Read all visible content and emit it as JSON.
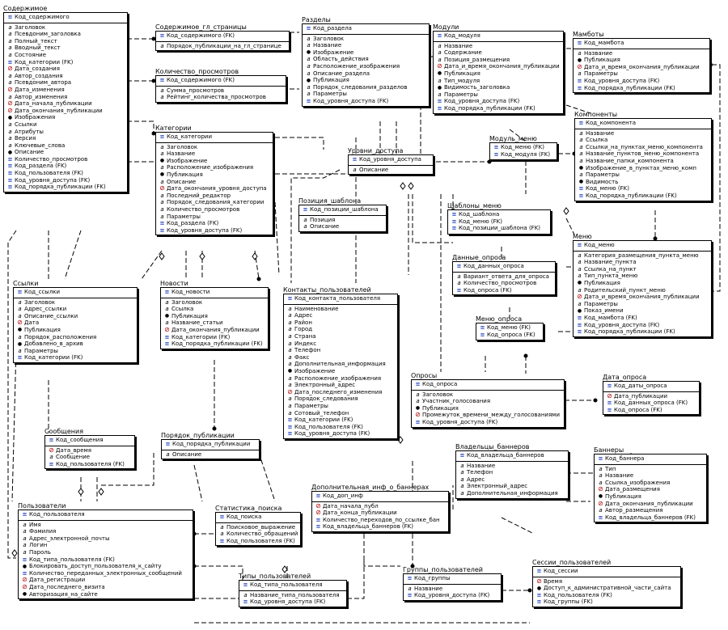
{
  "colors": {
    "entity_border": "#000000",
    "key_icon": "#1f3fbf",
    "date_icon": "#b00000",
    "line": "#000000"
  },
  "entities": [
    {
      "id": "e0",
      "title": "Содержимое",
      "pk": [
        {
          "t": "Код_содержимого",
          "i": "key"
        }
      ],
      "attrs": [
        {
          "t": "Заголовок",
          "i": "txt"
        },
        {
          "t": "Псевдоним_заголовка",
          "i": "txt"
        },
        {
          "t": "Полный_текст",
          "i": "txt"
        },
        {
          "t": "Вводный_текст",
          "i": "txt"
        },
        {
          "t": "Состояние",
          "i": "txt"
        },
        {
          "t": "Код_категории (FK)",
          "i": "key"
        },
        {
          "t": "Дата_создания",
          "i": "dt"
        },
        {
          "t": "Автор_создания",
          "i": "txt"
        },
        {
          "t": "Псевдоним_автора",
          "i": "txt"
        },
        {
          "t": "Дата_изменения",
          "i": "dt"
        },
        {
          "t": "Автор_изменения",
          "i": "txt"
        },
        {
          "t": "Дата_начала_публикации",
          "i": "dt"
        },
        {
          "t": "Дата_окончания_публикации",
          "i": "dt"
        },
        {
          "t": "Изображения",
          "i": "dot"
        },
        {
          "t": "Ссылки",
          "i": "txt"
        },
        {
          "t": "Атрибуты",
          "i": "txt"
        },
        {
          "t": "Версия",
          "i": "txt"
        },
        {
          "t": "Ключевые_слова",
          "i": "txt"
        },
        {
          "t": "Описание",
          "i": "dot"
        },
        {
          "t": "Количество_просмотров",
          "i": "key"
        },
        {
          "t": "Код_раздела (FK)",
          "i": "key"
        },
        {
          "t": "Код_пользователя (FK)",
          "i": "key"
        },
        {
          "t": "Код_уровня_доступа (FK)",
          "i": "key"
        },
        {
          "t": "Код_порядка_публикации (FK)",
          "i": "key"
        }
      ]
    },
    {
      "id": "e1",
      "title": "Содержимое_гл_страницы",
      "pk": [
        {
          "t": "Код_содержимого (FK)",
          "i": "key"
        }
      ],
      "attrs": [
        {
          "t": "Порядок_публикации_на_гл_странице",
          "i": "txt"
        }
      ]
    },
    {
      "id": "e2",
      "title": "Количество_просмотров",
      "pk": [
        {
          "t": "Код_содержимого (FK)",
          "i": "key"
        }
      ],
      "attrs": [
        {
          "t": "Сумма_просмотров",
          "i": "txt"
        },
        {
          "t": "Рейтинг_количества_просмотров",
          "i": "txt"
        }
      ]
    },
    {
      "id": "e3",
      "title": "Категории",
      "pk": [
        {
          "t": "Код_категории",
          "i": "key"
        }
      ],
      "attrs": [
        {
          "t": "Заголовок",
          "i": "txt"
        },
        {
          "t": "Название",
          "i": "txt"
        },
        {
          "t": "Изображение",
          "i": "dot"
        },
        {
          "t": "Расположение_изображения",
          "i": "txt"
        },
        {
          "t": "Публикация",
          "i": "dot"
        },
        {
          "t": "Описание",
          "i": "txt"
        },
        {
          "t": "Дата_окончания_уровня_доступа",
          "i": "dt"
        },
        {
          "t": "Последний_редактор",
          "i": "txt"
        },
        {
          "t": "Порядок_следования_категории",
          "i": "txt"
        },
        {
          "t": "Количество_просмотров",
          "i": "txt"
        },
        {
          "t": "Параметры",
          "i": "txt"
        },
        {
          "t": "Код_раздела (FK)",
          "i": "key"
        },
        {
          "t": "Код_уровня_доступа (FK)",
          "i": "key"
        }
      ]
    },
    {
      "id": "e4",
      "title": "Разделы",
      "pk": [
        {
          "t": "Код_раздела",
          "i": "key"
        }
      ],
      "attrs": [
        {
          "t": "Заголовок",
          "i": "txt"
        },
        {
          "t": "Название",
          "i": "txt"
        },
        {
          "t": "Изображение",
          "i": "dot"
        },
        {
          "t": "Область_действия",
          "i": "txt"
        },
        {
          "t": "Расположение_изображения",
          "i": "txt"
        },
        {
          "t": "Описание_раздела",
          "i": "txt"
        },
        {
          "t": "Публикация",
          "i": "dot"
        },
        {
          "t": "Порядок_следования_разделов",
          "i": "txt"
        },
        {
          "t": "Параметры",
          "i": "txt"
        },
        {
          "t": "Код_уровня_доступа (FK)",
          "i": "key"
        }
      ]
    },
    {
      "id": "e5",
      "title": "Модули",
      "pk": [
        {
          "t": "Код_модуля",
          "i": "key"
        }
      ],
      "attrs": [
        {
          "t": "Название",
          "i": "txt"
        },
        {
          "t": "Содержание",
          "i": "txt"
        },
        {
          "t": "Позиция_размещения",
          "i": "txt"
        },
        {
          "t": "Дата_и_время_окончания_публикации",
          "i": "dt"
        },
        {
          "t": "Публикация",
          "i": "dot"
        },
        {
          "t": "Тип_модуля",
          "i": "txt"
        },
        {
          "t": "Видимость_заголовка",
          "i": "dot"
        },
        {
          "t": "Параметры",
          "i": "txt"
        },
        {
          "t": "Код_уровня_доступа (FK)",
          "i": "key"
        },
        {
          "t": "Код_порядка_публикации (FK)",
          "i": "key"
        }
      ]
    },
    {
      "id": "e6",
      "title": "Мамботы",
      "pk": [
        {
          "t": "Код_мамбота",
          "i": "key"
        }
      ],
      "attrs": [
        {
          "t": "Название",
          "i": "txt"
        },
        {
          "t": "Публикация",
          "i": "dot"
        },
        {
          "t": "Дата_и_время_окончания_публикации",
          "i": "dt"
        },
        {
          "t": "Параметры",
          "i": "txt"
        },
        {
          "t": "Код_уровня_доступа (FK)",
          "i": "key"
        },
        {
          "t": "Код_порядка_публикации (FK)",
          "i": "key"
        }
      ]
    },
    {
      "id": "e7",
      "title": "Компоненты",
      "pk": [
        {
          "t": "Код_компонента",
          "i": "key"
        }
      ],
      "attrs": [
        {
          "t": "Название",
          "i": "txt"
        },
        {
          "t": "Ссылка",
          "i": "txt"
        },
        {
          "t": "Ссылки_на_пунктах_меню_компонента",
          "i": "txt"
        },
        {
          "t": "Название_пунктов_меню_компонента",
          "i": "txt"
        },
        {
          "t": "Название_папки_компонента",
          "i": "txt"
        },
        {
          "t": "Изображение_в_пунктах_меню_комп",
          "i": "dot"
        },
        {
          "t": "Параметры",
          "i": "txt"
        },
        {
          "t": "Видимость",
          "i": "dot"
        },
        {
          "t": "Код_меню (FK)",
          "i": "key"
        },
        {
          "t": "Код_порядка_публикации (FK)",
          "i": "key"
        }
      ]
    },
    {
      "id": "e8",
      "title": "Уровни_доступа",
      "pk": [
        {
          "t": "Код_уровня_доступа",
          "i": "key"
        }
      ],
      "attrs": [
        {
          "t": "Описание",
          "i": "txt"
        }
      ]
    },
    {
      "id": "e9",
      "title": "Модуль_меню",
      "pk": [
        {
          "t": "Код_меню (FK)",
          "i": "key"
        },
        {
          "t": "Код_модуля (FK)",
          "i": "key"
        }
      ],
      "attrs": []
    },
    {
      "id": "e10",
      "title": "Позиция_шаблона",
      "pk": [
        {
          "t": "Код_позиции_шаблона",
          "i": "key"
        }
      ],
      "attrs": [
        {
          "t": "Позиция",
          "i": "txt"
        },
        {
          "t": "Описание",
          "i": "txt"
        }
      ]
    },
    {
      "id": "e11",
      "title": "Шаблоны_меню",
      "pk": [
        {
          "t": "Код_шаблона",
          "i": "key"
        },
        {
          "t": "Код_меню (FK)",
          "i": "key"
        },
        {
          "t": "Код_позиции_шаблона (FK)",
          "i": "key"
        }
      ],
      "attrs": []
    },
    {
      "id": "e12",
      "title": "Меню",
      "pk": [
        {
          "t": "Код_меню",
          "i": "key"
        }
      ],
      "attrs": [
        {
          "t": "Категория_размещения_пункта_меню",
          "i": "txt"
        },
        {
          "t": "Название_пункта",
          "i": "txt"
        },
        {
          "t": "Ссылка_на_пункт",
          "i": "txt"
        },
        {
          "t": "Тип_пункта_меню",
          "i": "txt"
        },
        {
          "t": "Публикация",
          "i": "dot"
        },
        {
          "t": "Родительский_пункт_меню",
          "i": "txt"
        },
        {
          "t": "Дата_и_время_окончания_публикации",
          "i": "dt"
        },
        {
          "t": "Параметры",
          "i": "txt"
        },
        {
          "t": "Показ_имени",
          "i": "dot"
        },
        {
          "t": "Код_мамбота (FK)",
          "i": "key"
        },
        {
          "t": "Код_уровня_доступа (FK)",
          "i": "key"
        },
        {
          "t": "Код_порядка_публикации (FK)",
          "i": "key"
        }
      ]
    },
    {
      "id": "e13",
      "title": "Ссылки",
      "pk": [
        {
          "t": "Код_ссылки",
          "i": "key"
        }
      ],
      "attrs": [
        {
          "t": "Заголовок",
          "i": "txt"
        },
        {
          "t": "Адрес_ссылки",
          "i": "txt"
        },
        {
          "t": "Описание_ссылки",
          "i": "txt"
        },
        {
          "t": "Дата",
          "i": "dt"
        },
        {
          "t": "Публикация",
          "i": "dot"
        },
        {
          "t": "Порядок_расположения",
          "i": "txt"
        },
        {
          "t": "Добавлено_в_архив",
          "i": "dot"
        },
        {
          "t": "Параметры",
          "i": "txt"
        },
        {
          "t": "Код_категории (FK)",
          "i": "key"
        }
      ]
    },
    {
      "id": "e14",
      "title": "Новости",
      "pk": [
        {
          "t": "Код_новости",
          "i": "key"
        }
      ],
      "attrs": [
        {
          "t": "Заголовок",
          "i": "txt"
        },
        {
          "t": "Ссылка",
          "i": "txt"
        },
        {
          "t": "Публикация",
          "i": "dot"
        },
        {
          "t": "Название_статьи",
          "i": "txt"
        },
        {
          "t": "Дата_окончания_публикации",
          "i": "dt"
        },
        {
          "t": "Код_категории (FK)",
          "i": "key"
        },
        {
          "t": "Код_порядка_публикации (FK)",
          "i": "key"
        }
      ]
    },
    {
      "id": "e15",
      "title": "Контакты_пользователей",
      "pk": [
        {
          "t": "Код_контакта_пользователя",
          "i": "key"
        }
      ],
      "attrs": [
        {
          "t": "Наименование",
          "i": "txt"
        },
        {
          "t": "Адрес",
          "i": "txt"
        },
        {
          "t": "Район",
          "i": "txt"
        },
        {
          "t": "Город",
          "i": "txt"
        },
        {
          "t": "Страна",
          "i": "txt"
        },
        {
          "t": "Индекс",
          "i": "txt"
        },
        {
          "t": "Телефон",
          "i": "txt"
        },
        {
          "t": "Факс",
          "i": "txt"
        },
        {
          "t": "Дополнительная_информация",
          "i": "txt"
        },
        {
          "t": "Изображение",
          "i": "dot"
        },
        {
          "t": "Расположение_изображения",
          "i": "txt"
        },
        {
          "t": "Электронный_адрес",
          "i": "txt"
        },
        {
          "t": "Дата_последнего_изменения",
          "i": "dt"
        },
        {
          "t": "Порядок_следования",
          "i": "txt"
        },
        {
          "t": "Параметры",
          "i": "txt"
        },
        {
          "t": "Сотовый_телефон",
          "i": "txt"
        },
        {
          "t": "Код_категории (FK)",
          "i": "key"
        },
        {
          "t": "Код_пользователя (FK)",
          "i": "key"
        },
        {
          "t": "Код_уровня_доступа (FK)",
          "i": "key"
        }
      ]
    },
    {
      "id": "e16",
      "title": "Данные_опроса",
      "pk": [
        {
          "t": "Код_данных_опроса",
          "i": "key"
        }
      ],
      "attrs": [
        {
          "t": "Вариант_ответа_для_опроса",
          "i": "txt"
        },
        {
          "t": "Количество_просмотров",
          "i": "txt"
        },
        {
          "t": "Код_опроса (FK)",
          "i": "key"
        }
      ]
    },
    {
      "id": "e17",
      "title": "Меню_опроса",
      "pk": [
        {
          "t": "Код_меню (FK)",
          "i": "key"
        },
        {
          "t": "Код_опроса (FK)",
          "i": "key"
        }
      ],
      "attrs": []
    },
    {
      "id": "e18",
      "title": "Опросы",
      "pk": [
        {
          "t": "Код_опроса",
          "i": "key"
        }
      ],
      "attrs": [
        {
          "t": "Заголовок",
          "i": "txt"
        },
        {
          "t": "Участник_голосования",
          "i": "txt"
        },
        {
          "t": "Публикация",
          "i": "dot"
        },
        {
          "t": "Промежуток_времени_между_голосованиями",
          "i": "dt"
        },
        {
          "t": "Код_уровня_доступа (FK)",
          "i": "key"
        }
      ]
    },
    {
      "id": "e19",
      "title": "Дата_опроса",
      "pk": [
        {
          "t": "Код_даты_опроса",
          "i": "key"
        }
      ],
      "attrs": [
        {
          "t": "Дата_публикации",
          "i": "dt"
        },
        {
          "t": "Код_данных_опроса (FK)",
          "i": "key"
        },
        {
          "t": "Код_опроса (FK)",
          "i": "key"
        }
      ]
    },
    {
      "id": "e20",
      "title": "Сообщения",
      "pk": [
        {
          "t": "Код_сообщения",
          "i": "key"
        }
      ],
      "attrs": [
        {
          "t": "Дата_время",
          "i": "dt"
        },
        {
          "t": "Сообщение",
          "i": "txt"
        },
        {
          "t": "Код_пользователя (FK)",
          "i": "key"
        }
      ]
    },
    {
      "id": "e21",
      "title": "Порядок_публикации",
      "pk": [
        {
          "t": "Код_порядка_публикации",
          "i": "key"
        }
      ],
      "attrs": [
        {
          "t": "Описание",
          "i": "txt"
        }
      ]
    },
    {
      "id": "e22",
      "title": "Владельцы_баннеров",
      "pk": [
        {
          "t": "Код_владельца_баннеров",
          "i": "key"
        }
      ],
      "attrs": [
        {
          "t": "Название",
          "i": "txt"
        },
        {
          "t": "Телефон",
          "i": "txt"
        },
        {
          "t": "Адрес",
          "i": "txt"
        },
        {
          "t": "Электронный_адрес",
          "i": "txt"
        },
        {
          "t": "Дополнительная_информация",
          "i": "txt"
        }
      ]
    },
    {
      "id": "e23",
      "title": "Баннеры",
      "pk": [
        {
          "t": "Код_баннера",
          "i": "key"
        }
      ],
      "attrs": [
        {
          "t": "Тип",
          "i": "txt"
        },
        {
          "t": "Название",
          "i": "txt"
        },
        {
          "t": "Ссылка_изображения",
          "i": "txt"
        },
        {
          "t": "Дата_размещения",
          "i": "dt"
        },
        {
          "t": "Публикация",
          "i": "dot"
        },
        {
          "t": "Дата_окончания_публикации",
          "i": "dt"
        },
        {
          "t": "Автор_размещения",
          "i": "txt"
        },
        {
          "t": "Код_владельца_баннеров (FK)",
          "i": "key"
        }
      ]
    },
    {
      "id": "e24",
      "title": "Пользователи",
      "pk": [
        {
          "t": "Код_пользователя",
          "i": "key"
        }
      ],
      "attrs": [
        {
          "t": "Имя",
          "i": "txt"
        },
        {
          "t": "Фамилия",
          "i": "txt"
        },
        {
          "t": "Адрес_электронной_почты",
          "i": "txt"
        },
        {
          "t": "Логин",
          "i": "txt"
        },
        {
          "t": "Пароль",
          "i": "txt"
        },
        {
          "t": "Код_типа_пользователя (FK)",
          "i": "key"
        },
        {
          "t": "Блокировать_доступ_пользователя_к_сайту",
          "i": "dot"
        },
        {
          "t": "Количество_переданных_электронных_сообщений",
          "i": "key"
        },
        {
          "t": "Дата_регистрации",
          "i": "dt"
        },
        {
          "t": "Дата_последнего_визита",
          "i": "dt"
        },
        {
          "t": "Авторизация_на_сайте",
          "i": "dot"
        }
      ]
    },
    {
      "id": "e25",
      "title": "Статистика_поиска",
      "pk": [
        {
          "t": "Код_поиска",
          "i": "key"
        }
      ],
      "attrs": [
        {
          "t": "Поисковое_выражение",
          "i": "txt"
        },
        {
          "t": "Количество_обращений",
          "i": "txt"
        },
        {
          "t": "Код_пользователя (FK)",
          "i": "key"
        }
      ]
    },
    {
      "id": "e26",
      "title": "Дополнительная_инф_о_баннерах",
      "pk": [
        {
          "t": "Код_доп_инф",
          "i": "key"
        }
      ],
      "attrs": [
        {
          "t": "Дата_начала_публ",
          "i": "dt"
        },
        {
          "t": "Дата_конца_публикации",
          "i": "dt"
        },
        {
          "t": "Количество_переходов_по_ссылке_бан",
          "i": "key"
        },
        {
          "t": "Код_владельца_баннеров (FK)",
          "i": "key"
        }
      ]
    },
    {
      "id": "e27",
      "title": "Типы_пользователей",
      "pk": [
        {
          "t": "Код_типа_пользователя",
          "i": "key"
        }
      ],
      "attrs": [
        {
          "t": "Название_типа_пользователя",
          "i": "txt"
        },
        {
          "t": "Код_уровня_доступа (FK)",
          "i": "key"
        }
      ]
    },
    {
      "id": "e28",
      "title": "Группы_пользователей",
      "pk": [
        {
          "t": "Код_группы",
          "i": "key"
        }
      ],
      "attrs": [
        {
          "t": "Название",
          "i": "txt"
        },
        {
          "t": "Код_уровня_доступа (FK)",
          "i": "key"
        }
      ]
    },
    {
      "id": "e29",
      "title": "Сессии_пользователей",
      "pk": [
        {
          "t": "Код_сессии",
          "i": "key"
        }
      ],
      "attrs": [
        {
          "t": "Время",
          "i": "dt"
        },
        {
          "t": "Доступ_к_административной_части_сайта",
          "i": "dot"
        },
        {
          "t": "Код_пользователя (FK)",
          "i": "key"
        },
        {
          "t": "Код_группы (FK)",
          "i": "key"
        }
      ]
    }
  ]
}
